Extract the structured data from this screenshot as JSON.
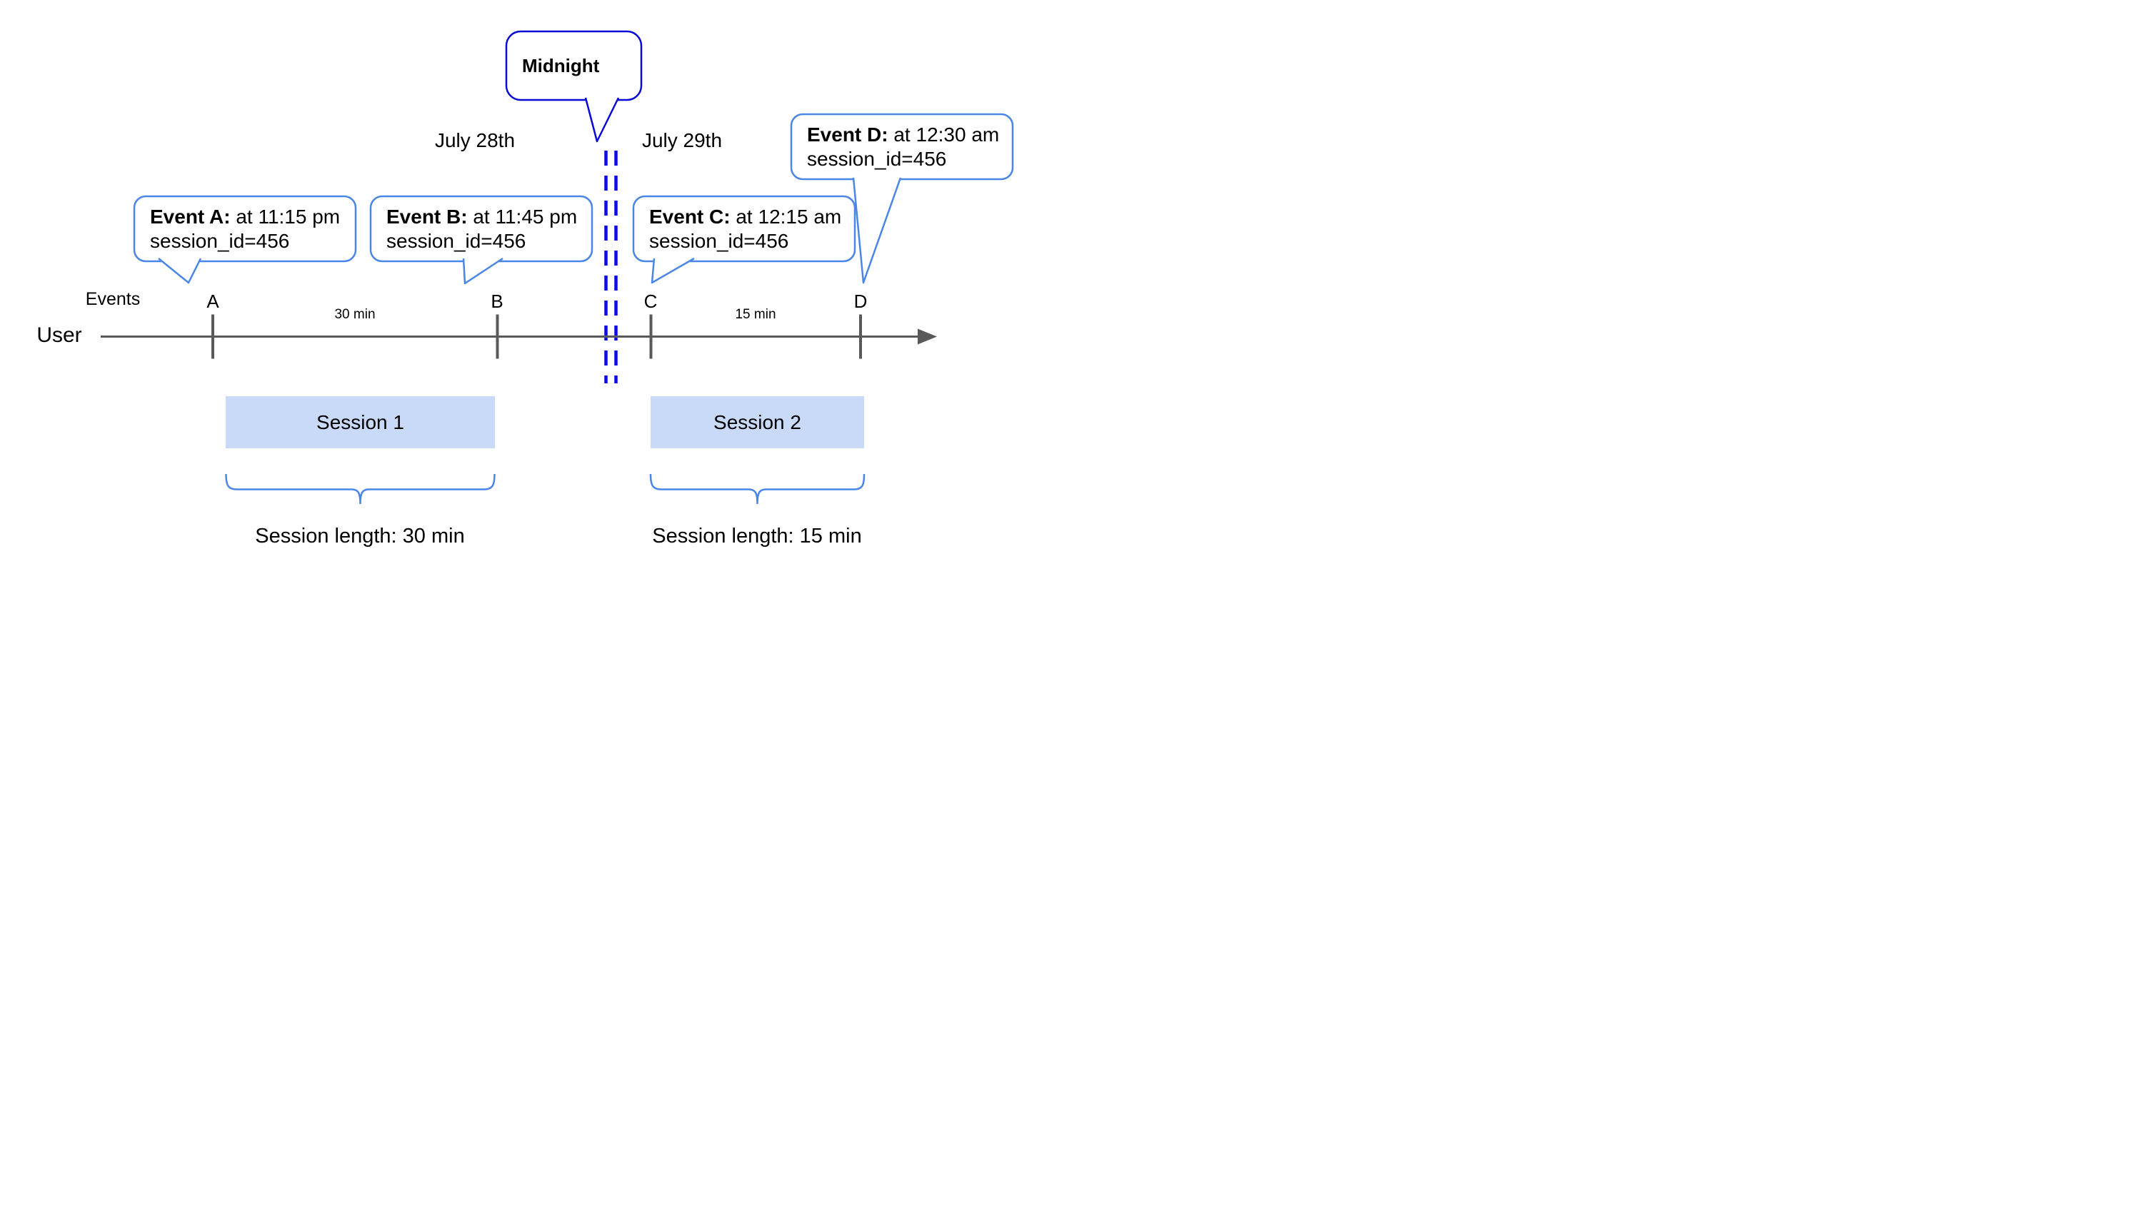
{
  "title": "User sessions across midnight timeline diagram",
  "colors": {
    "callout_border_blue": "#4a86e8",
    "midnight_blue": "#0a0ad6",
    "dashed_line_blue": "#0b0be4",
    "session_fill": "#c9daf8",
    "timeline_gray": "#595959",
    "text_black": "#000000"
  },
  "axis": {
    "events_label": "Events",
    "user_label": "User"
  },
  "dates": {
    "left": "July 28th",
    "right": "July 29th"
  },
  "midnight": {
    "label": "Midnight"
  },
  "events": [
    {
      "label": "A",
      "name": "Event A:",
      "time": "at 11:15 pm",
      "session": "session_id=456"
    },
    {
      "label": "B",
      "name": "Event B:",
      "time": "at 11:45 pm",
      "session": "session_id=456"
    },
    {
      "label": "C",
      "name": "Event C:",
      "time": "at 12:15 am",
      "session": "session_id=456"
    },
    {
      "label": "D",
      "name": "Event D:",
      "time": "at 12:30 am",
      "session": "session_id=456"
    }
  ],
  "intervals": [
    {
      "label": "30 min"
    },
    {
      "label": "15 min"
    }
  ],
  "sessions": [
    {
      "label": "Session 1",
      "length_label": "Session length: 30 min"
    },
    {
      "label": "Session 2",
      "length_label": "Session length: 15 min"
    }
  ]
}
